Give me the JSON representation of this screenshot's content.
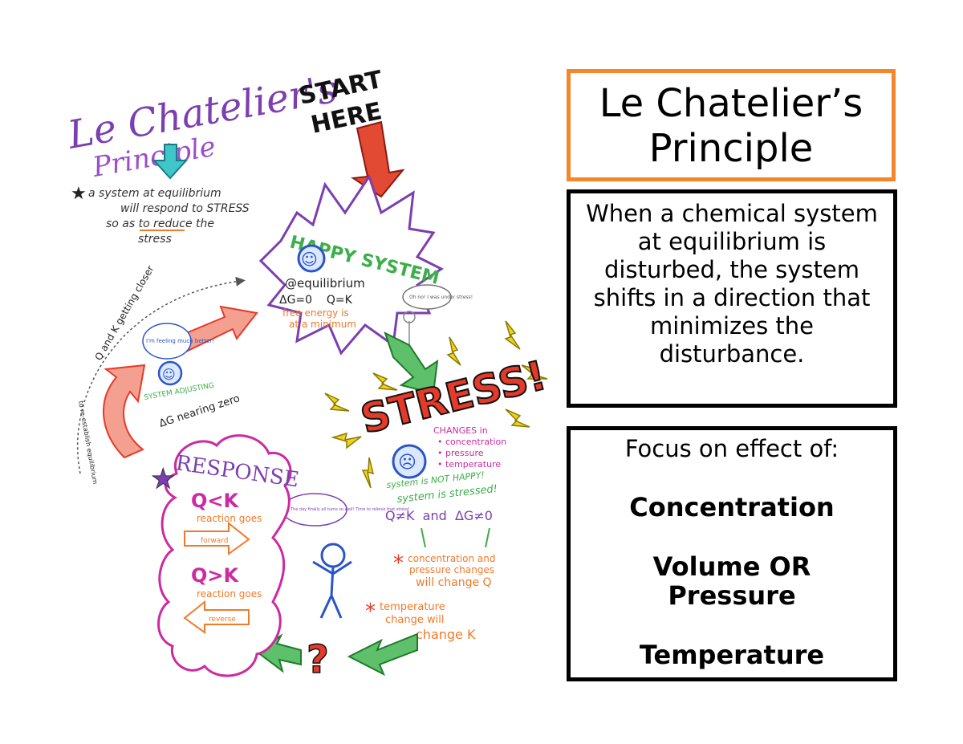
{
  "title": {
    "line1": "Le Chatelier’s",
    "line2": "Principle"
  },
  "definition": "When a chemical system at equilibrium is disturbed, the system shifts in a direction that minimizes the disturbance.",
  "focus": {
    "intro": "Focus on effect of:",
    "items": [
      "Concentration",
      "Volume OR",
      "Pressure",
      "Temperature"
    ]
  },
  "sketch": {
    "heading1": "Le Chatelier's",
    "heading2": "Principle",
    "def_lines": [
      "a system at equilibrium",
      "will respond to STRESS",
      "so as to reduce the",
      "stress"
    ],
    "start": "START",
    "here": "HERE",
    "happy": "HAPPY SYSTEM",
    "at_eq": "@equilibrium",
    "dg_q": "ΔG=0    Q=K",
    "free_energy": "free energy is",
    "free_energy2": "at a minimum",
    "stress": "STRESS!",
    "changes": [
      "CHANGES in",
      "• concentration",
      "• pressure",
      "• temperature"
    ],
    "not_happy": "system is NOT HAPPY!",
    "stressed": "system is stressed!",
    "q_ne_k": "Q≠K  and  ΔG≠0",
    "conc_change": [
      "concentration and",
      "pressure changes",
      "will change Q"
    ],
    "temp_change": [
      "temperature",
      "change will",
      "change K"
    ],
    "question": "?",
    "response": "RESPONSE",
    "q_lt_k": "Q<K",
    "q_gt_k": "Q>K",
    "reaction_goes": "reaction goes",
    "forward": "forward",
    "reverse": "reverse",
    "getting_closer": "Q and K getting closer",
    "feeling": "I'm feeling much better!",
    "adjusting": "SYSTEM ADJUSTING",
    "dg_zero": "ΔG nearing zero",
    "re_establish": "to re-establish equilibrium",
    "bubble1": "Oh no! I was under stress!",
    "bubble2": "The day finally all turns so well! Time to relieve that stress!"
  },
  "colors": {
    "title_border": "#f5862a",
    "purple": "#7b3fb0",
    "red": "#e53a2a",
    "green": "#3cae4a",
    "blue": "#2a55c8",
    "orange": "#f07a2a",
    "magenta": "#cc2aa0",
    "yellow": "#f2d11e"
  }
}
